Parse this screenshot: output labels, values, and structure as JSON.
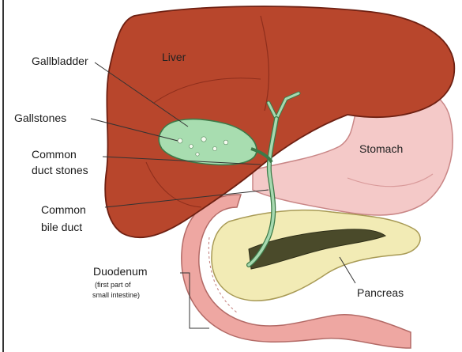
{
  "labels": {
    "liver": "Liver",
    "stomach": "Stomach",
    "pancreas": "Pancreas",
    "gallbladder": "Gallbladder",
    "gallstones": "Gallstones",
    "common_duct_stones_1": "Common",
    "common_duct_stones_2": "duct stones",
    "common_bile_duct_1": "Common",
    "common_bile_duct_2": "bile duct",
    "duodenum": "Duodenum",
    "duodenum_note_1": "(first part of",
    "duodenum_note_2": "small intestine)"
  },
  "colors": {
    "liver": "#b8462c",
    "liver_dark": "#8e2e1c",
    "gallbladder": "#a8ddb0",
    "stomach": "#f4c9c8",
    "stomach_dark": "#e5a3a3",
    "pancreas": "#f2ebb5",
    "duodenum": "#eea7a2",
    "duct": "#a7d9b0"
  }
}
